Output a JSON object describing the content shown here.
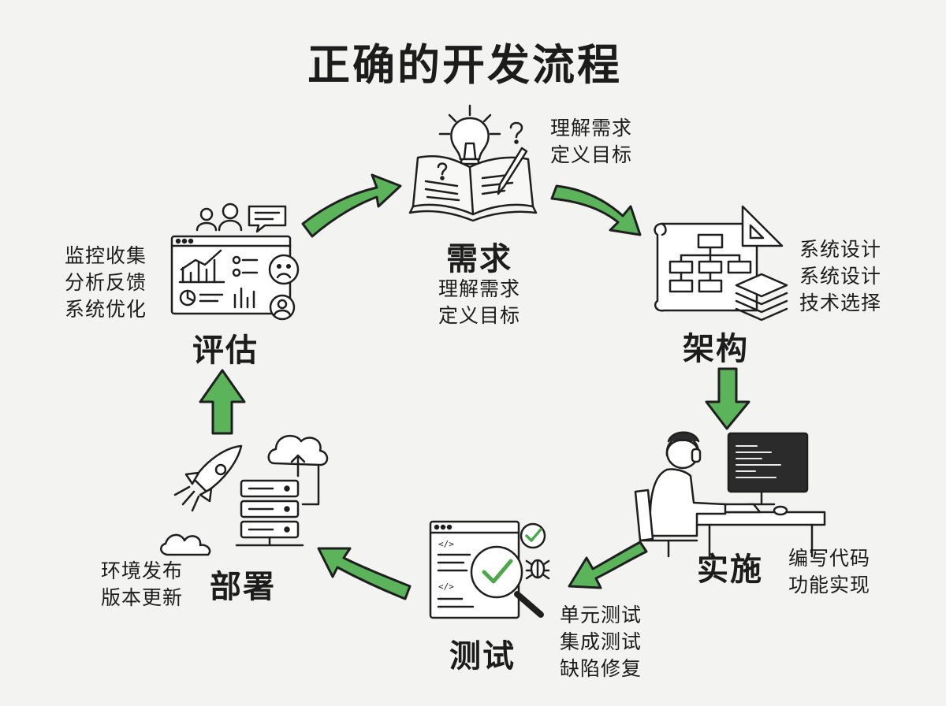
{
  "title": "正确的开发流程",
  "colors": {
    "arrow_fill": "#5bb35a",
    "arrow_stroke": "#1f1f1f",
    "accent_green": "#4da84c",
    "background": "#f3f3f1",
    "ink": "#1f1f1f"
  },
  "stages": {
    "requirements": {
      "label": "需求",
      "icon": "lightbulb-book-icon",
      "side_notes": [
        "理解需求",
        "定义目标"
      ],
      "notes": [
        "理解需求",
        "定义目标"
      ]
    },
    "architecture": {
      "label": "架构",
      "icon": "blueprint-flowchart-icon",
      "notes": [
        "系统设计",
        "系统设计",
        "技术选择"
      ]
    },
    "implementation": {
      "label": "实施",
      "icon": "developer-at-computer-icon",
      "notes": [
        "编写代码",
        "功能实现"
      ]
    },
    "testing": {
      "label": "测试",
      "icon": "code-magnifier-bug-icon",
      "notes": [
        "单元测试",
        "集成测试",
        "缺陷修复"
      ]
    },
    "deployment": {
      "label": "部署",
      "icon": "rocket-server-cloud-icon",
      "notes": [
        "环境发布",
        "版本更新"
      ]
    },
    "evaluation": {
      "label": "评估",
      "icon": "analytics-dashboard-icon",
      "notes": [
        "监控收集",
        "分析反馈",
        "系统优化"
      ]
    }
  }
}
